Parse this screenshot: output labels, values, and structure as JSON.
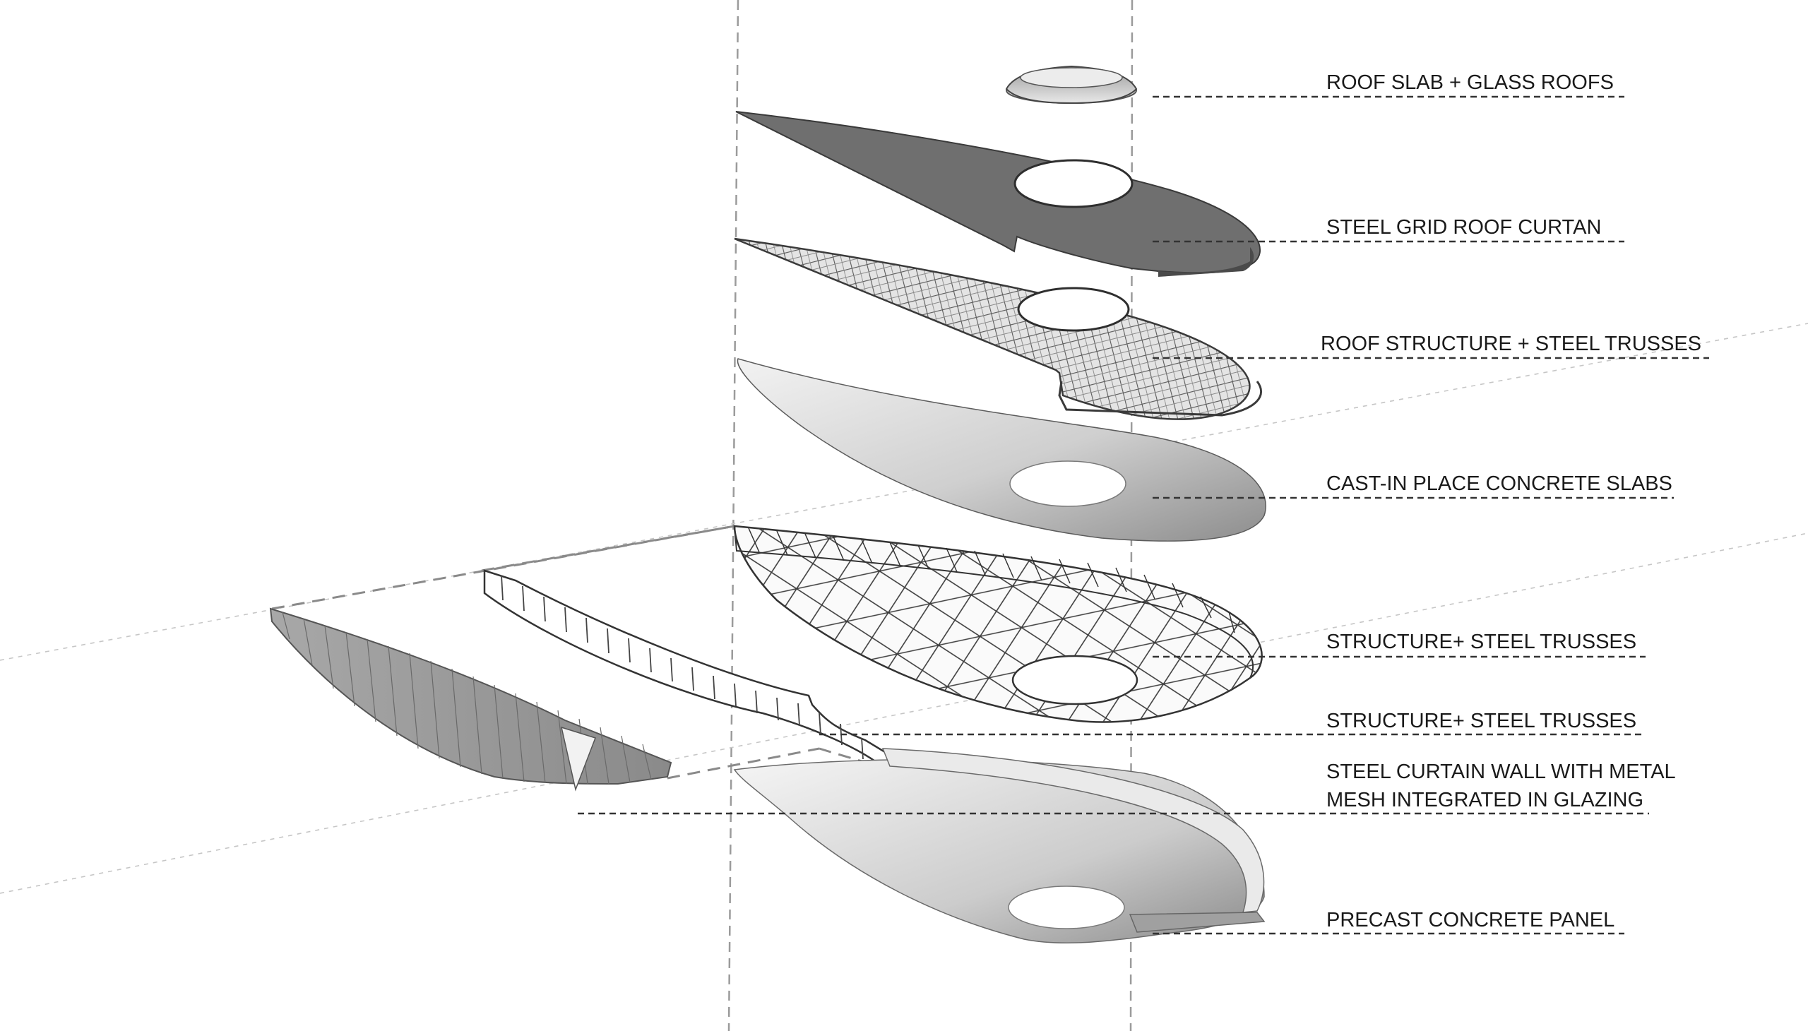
{
  "labels": [
    {
      "id": "roof-slab-glass-roofs",
      "text": "ROOF SLAB + GLASS ROOFS"
    },
    {
      "id": "steel-grid-roof-curtan",
      "text": "STEEL GRID ROOF CURTAN"
    },
    {
      "id": "roof-structure-steel-trusses",
      "text": "ROOF STRUCTURE + STEEL TRUSSES"
    },
    {
      "id": "cast-in-place-concrete-slabs",
      "text": "CAST-IN PLACE CONCRETE SLABS"
    },
    {
      "id": "structure-steel-trusses-upper",
      "text": "STRUCTURE+ STEEL TRUSSES"
    },
    {
      "id": "structure-steel-trusses-lower",
      "text": "STRUCTURE+ STEEL TRUSSES"
    },
    {
      "id": "curtain-wall-line-1",
      "text": "STEEL CURTAIN WALL WITH METAL"
    },
    {
      "id": "curtain-wall-line-2",
      "text": "MESH INTEGRATED IN GLAZING"
    },
    {
      "id": "precast-concrete-panel",
      "text": "PRECAST CONCRETE PANEL"
    }
  ],
  "colors": {
    "background": "#ffffff",
    "dark_slab": "#6f6f6f",
    "mid_grey": "#9a9a9a",
    "light_grey": "#d9d9d9",
    "line": "#333333",
    "guide": "#9b9b9b",
    "text": "#1a1a1a"
  }
}
